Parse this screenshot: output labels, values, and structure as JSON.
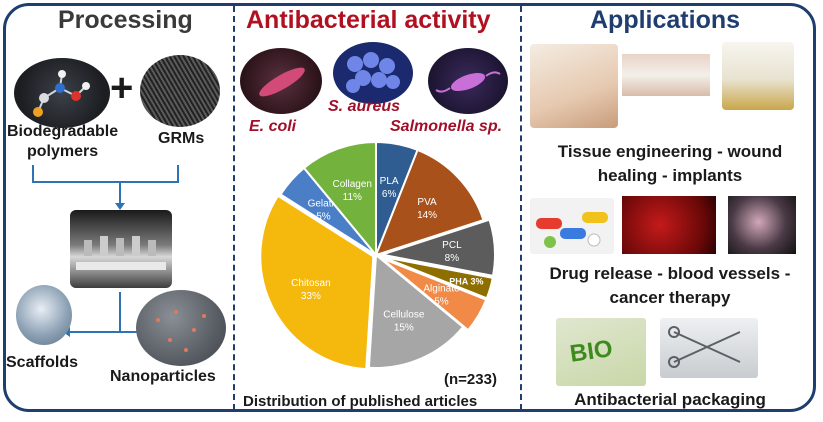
{
  "processing": {
    "heading": "Processing",
    "biodegradable": [
      "Biodegradable",
      "polymers"
    ],
    "plus": "+",
    "grms": "GRMs",
    "scaffolds": "Scaffolds",
    "nanoparticles": "Nanoparticles"
  },
  "antibacterial": {
    "heading": "Antibacterial activity",
    "bacteria": [
      "E. coli",
      "S. aureus",
      "Salmonella sp."
    ]
  },
  "applications": {
    "heading": "Applications",
    "items": [
      [
        "Tissue engineering - wound",
        "healing - implants"
      ],
      [
        "Drug release - blood vessels -",
        "cancer therapy"
      ],
      [
        "Antibacterial packaging"
      ]
    ],
    "packaging_logo": "BIO"
  },
  "chart_data": {
    "type": "pie",
    "caption": "Distribution of published articles",
    "total_label": "(n=233)",
    "slices": [
      {
        "label": "PLA",
        "value": 6,
        "pct": "6%",
        "color": "#2f5d92"
      },
      {
        "label": "PVA",
        "value": 14,
        "pct": "14%",
        "color": "#a8511a"
      },
      {
        "label": "PCL",
        "value": 8,
        "pct": "8%",
        "color": "#5c5c5c"
      },
      {
        "label": "PHA",
        "value": 3,
        "pct": "3%",
        "color": "#8f6e00"
      },
      {
        "label": "Alginate",
        "value": 5,
        "pct": "5%",
        "color": "#f08a46"
      },
      {
        "label": "Cellulose",
        "value": 15,
        "pct": "15%",
        "color": "#a6a6a6"
      },
      {
        "label": "Chitosan",
        "value": 33,
        "pct": "33%",
        "color": "#f5b80c"
      },
      {
        "label": "Gelatin",
        "value": 5,
        "pct": "5%",
        "color": "#4a7fc8"
      },
      {
        "label": "Collagen",
        "value": 11,
        "pct": "11%",
        "color": "#73b33d"
      }
    ]
  },
  "colors": {
    "border": "#1f3d6e",
    "processing_heading": "#3a3a3a",
    "antibacterial_heading": "#b01020",
    "applications_heading": "#1f3d6e",
    "bacteria_label": "#a0102a"
  }
}
